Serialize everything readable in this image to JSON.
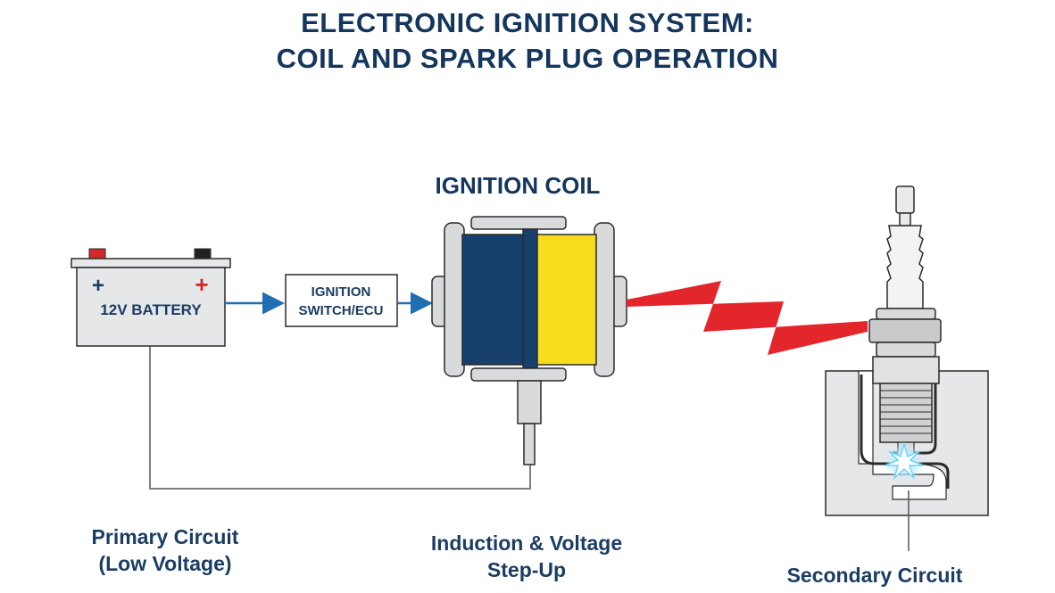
{
  "title": {
    "line1": "ELECTRONIC IGNITION SYSTEM:",
    "line2": "COIL AND SPARK PLUG OPERATION"
  },
  "battery": {
    "label": "12V BATTERY",
    "neg_symbol": "+",
    "pos_symbol": "+"
  },
  "switch": {
    "line1": "IGNITION",
    "line2": "SWITCH/ECU"
  },
  "coil": {
    "title": "IGNITION COIL"
  },
  "captions": {
    "primary_line1": "Primary Circuit",
    "primary_line2": "(Low Voltage)",
    "induction_line1": "Induction & Voltage",
    "induction_line2": "Step-Up",
    "secondary_line1": "Secondary Circuit"
  },
  "colors": {
    "primary_coil": "#173f6b",
    "secondary_coil": "#f7dc1e",
    "spark_bolt": "#e3262c",
    "arrow": "#1f6fb2",
    "outline": "#2b2b2b",
    "battery_pos_terminal": "#d62828",
    "battery_neg_terminal": "#222222"
  }
}
